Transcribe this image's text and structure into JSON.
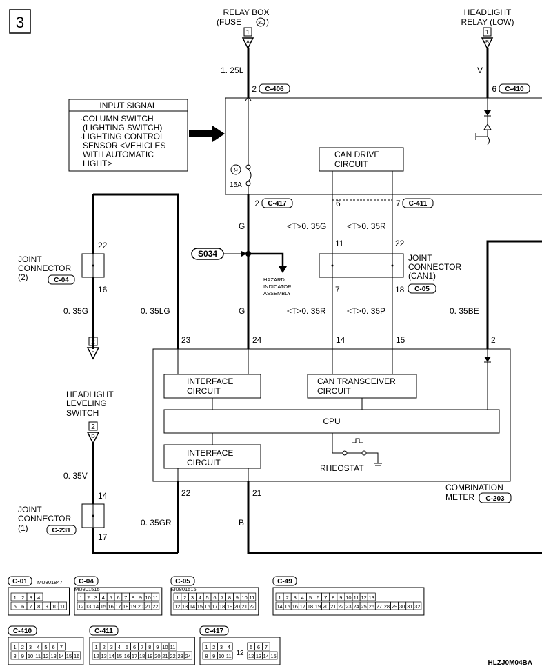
{
  "page_number": "3",
  "footer_code": "HLZJ0M04BA",
  "relay_box": {
    "line1": "RELAY BOX",
    "line2": "(FUSE",
    "fuse_no": "30",
    "close": ")",
    "pin_box": "1",
    "pin_letter": "A"
  },
  "headlight_relay": {
    "line1": "HEADLIGHT",
    "line2": "RELAY (LOW)",
    "pin_box": "1",
    "pin_letter": "B"
  },
  "wires": {
    "w125L": "1. 25L",
    "wV": "V",
    "wG1": "G",
    "wG2": "G",
    "t035G": "<T>0. 35G",
    "t035R_a": "<T>0. 35R",
    "t035R_b": "<T>0. 35R",
    "t035P": "<T>0. 35P",
    "w035G": "0. 35G",
    "w035LG": "0. 35LG",
    "w035BE": "0. 35BE",
    "w035V": "0. 35V",
    "w035GR": "0. 35GR",
    "wB": "B"
  },
  "pins": {
    "p2_top": "2",
    "p6_top": "6",
    "p9": "9",
    "p15A": "15A",
    "p2_mid": "2",
    "p6_mid": "6",
    "p7_mid": "7",
    "p11": "11",
    "p22_can": "22",
    "p7_low": "7",
    "p18": "18",
    "p22_j2": "22",
    "p16": "16",
    "p23": "23",
    "p24": "24",
    "p14": "14",
    "p15": "15",
    "p2_right": "2",
    "p22_bot": "22",
    "p21": "21",
    "p14_j1": "14",
    "p17": "17"
  },
  "connectors": {
    "c406": "C-406",
    "c410": "C-410",
    "c417": "C-417",
    "c411": "C-411",
    "c04": "C-04",
    "c05": "C-05",
    "c231": "C-231",
    "c203": "C-203"
  },
  "input_signal": {
    "title": "INPUT SIGNAL",
    "lines": [
      "·COLUMN SWITCH",
      "(LIGHTING SWITCH)",
      "·LIGHTING CONTROL",
      "SENSOR <VEHICLES",
      "WITH AUTOMATIC",
      "LIGHT>"
    ]
  },
  "can_drive": {
    "line1": "CAN DRIVE",
    "line2": "CIRCUIT"
  },
  "joint_can1": {
    "line1": "JOINT",
    "line2": "CONNECTOR",
    "line3": "(CAN1)"
  },
  "joint_2": {
    "line1": "JOINT",
    "line2": "CONNECTOR",
    "line3": "(2)"
  },
  "joint_1": {
    "line1": "JOINT",
    "line2": "CONNECTOR",
    "line3": "(1)"
  },
  "s034": "S034",
  "hazard": {
    "line1": "HAZARD",
    "line2": "INDICATOR",
    "line3": "ASSEMBLY"
  },
  "connector_to_2F": {
    "pin_box": "2",
    "pin_letter": "F"
  },
  "leveling_switch": {
    "line1": "HEADLIGHT",
    "line2": "LEVELING",
    "line3": "SWITCH",
    "pin_box": "2",
    "pin_letter": "D"
  },
  "interface_top": {
    "line1": "INTERFACE",
    "line2": "CIRCUIT"
  },
  "can_transceiver": {
    "line1": "CAN TRANSCEIVER",
    "line2": "CIRCUIT"
  },
  "cpu": "CPU",
  "interface_bottom": {
    "line1": "INTERFACE",
    "line2": "CIRCUIT"
  },
  "rheostat": "RHEOSTAT",
  "combination_meter": "COMBINATION",
  "combination_meter2": "METER",
  "legend": {
    "c01": {
      "label": "C-01",
      "part": "MU801847",
      "row1": [
        "1",
        "2",
        "3",
        "4"
      ],
      "row2": [
        "5",
        "6",
        "7",
        "8",
        "9",
        "10",
        "11"
      ]
    },
    "c04": {
      "label": "C-04",
      "part": "MU801515",
      "row1": [
        "1",
        "2",
        "3",
        "4",
        "5",
        "6",
        "7",
        "8",
        "9",
        "10",
        "11"
      ],
      "row2": [
        "12",
        "13",
        "14",
        "15",
        "16",
        "17",
        "18",
        "19",
        "20",
        "21",
        "22"
      ]
    },
    "c05": {
      "label": "C-05",
      "part": "MU801515",
      "row1": [
        "1",
        "2",
        "3",
        "4",
        "5",
        "6",
        "7",
        "8",
        "9",
        "10",
        "11"
      ],
      "row2": [
        "12",
        "13",
        "14",
        "15",
        "16",
        "17",
        "18",
        "19",
        "20",
        "21",
        "22"
      ]
    },
    "c49": {
      "label": "C-49",
      "row1": [
        "1",
        "2",
        "3",
        "4",
        "5",
        "6",
        "7",
        "8",
        "9",
        "10",
        "11",
        "12",
        "13"
      ],
      "row2": [
        "14",
        "15",
        "16",
        "17",
        "18",
        "19",
        "20",
        "21",
        "22",
        "23",
        "24",
        "25",
        "26",
        "27",
        "28",
        "29",
        "30",
        "31",
        "32"
      ]
    },
    "c410": {
      "label": "C-410",
      "row1": [
        "1",
        "2",
        "3",
        "4",
        "5",
        "6",
        "7"
      ],
      "row2": [
        "8",
        "9",
        "10",
        "11",
        "12",
        "13",
        "14",
        "15",
        "16"
      ]
    },
    "c411": {
      "label": "C-411",
      "row1": [
        "1",
        "2",
        "3",
        "4",
        "5",
        "6",
        "7",
        "8",
        "9",
        "10",
        "11"
      ],
      "row2": [
        "12",
        "13",
        "14",
        "15",
        "16",
        "17",
        "18",
        "19",
        "20",
        "21",
        "22",
        "23",
        "24"
      ]
    },
    "c417": {
      "label": "C-417",
      "row1": [
        "1",
        "2",
        "3",
        "4",
        "5",
        "6",
        "7"
      ],
      "row2": [
        "8",
        "9",
        "10",
        "11",
        "12",
        "13",
        "14",
        "15"
      ],
      "center": "12"
    }
  }
}
